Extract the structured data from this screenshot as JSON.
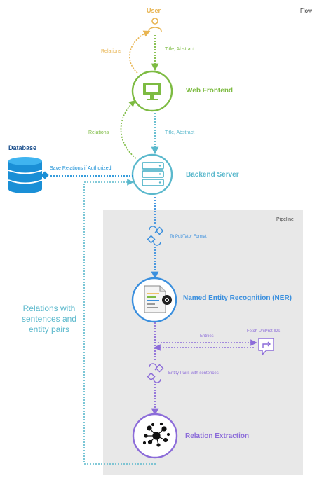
{
  "header": {
    "corner_label": "Flow"
  },
  "pipeline": {
    "label": "Pipeline"
  },
  "nodes": {
    "user": "User",
    "web_frontend": "Web Frontend",
    "backend_server": "Backend Server",
    "database": "Database",
    "ner": "Named Entity Recognition (NER)",
    "relation_extraction": "Relation Extraction"
  },
  "edges": {
    "user_to_frontend": "Title, Abstract",
    "frontend_to_user": "Relations",
    "frontend_to_backend": "Title, Abstract",
    "backend_to_frontend": "Relations",
    "backend_to_db": "Save Relations if Authorized",
    "to_pubtator": "To PubTator Format",
    "entities": "Entities",
    "fetch_uniprot": "Fetch UniProt IDs",
    "entity_pairs": "Entity Pairs with sentences",
    "relations_back": "Relations with sentences and entity pairs"
  },
  "colors": {
    "user": "#e8b553",
    "frontend": "#7dbb42",
    "backend": "#5ab8cc",
    "database": "#1a8fd6",
    "ner": "#3a8fde",
    "relation": "#8c6cd9",
    "pipeline_bg": "#e8e8e8"
  }
}
